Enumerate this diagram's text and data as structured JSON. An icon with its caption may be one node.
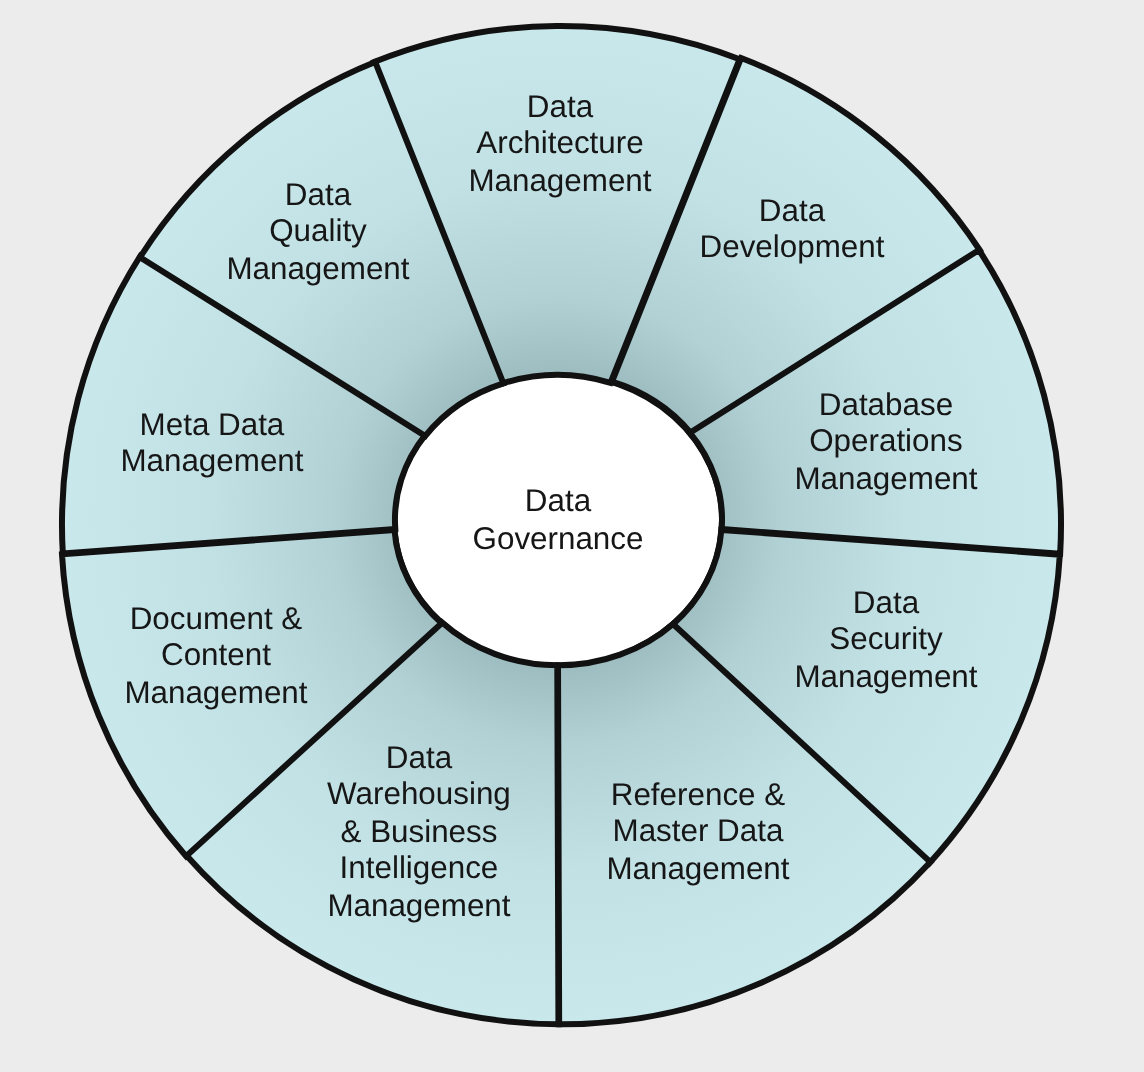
{
  "diagram": {
    "nodes": [
      {
        "text": [
          "Data Governance"
        ]
      },
      {
        "text": [
          "Data Architecture Management"
        ]
      },
      {
        "text": [
          "Data Development"
        ]
      },
      {
        "text": [
          "Database Operations Management"
        ]
      },
      {
        "text": [
          "Data Security Management"
        ]
      },
      {
        "text": [
          "Reference & Master Data Management"
        ]
      },
      {
        "text": [
          "Data Warehousing & Business Intelligence Management"
        ]
      },
      {
        "text": [
          "Document & Content Management"
        ]
      },
      {
        "text": [
          "Meta Data Management"
        ]
      },
      {
        "text": [
          "Data Quality Management"
        ]
      }
    ]
  }
}
